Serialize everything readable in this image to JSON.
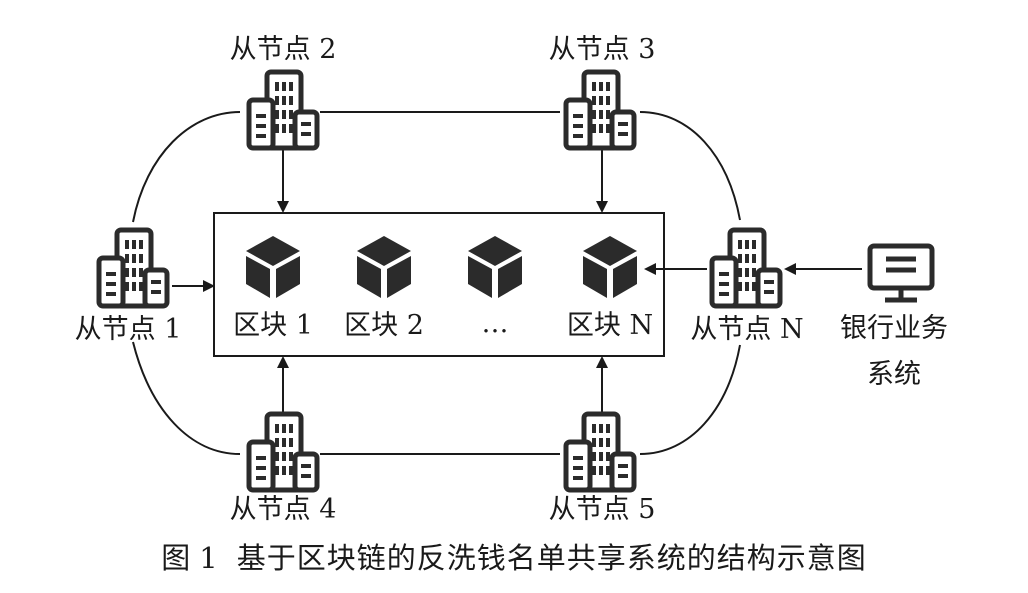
{
  "nodes": {
    "node1": {
      "label": "从节点 1",
      "icon": "building-icon"
    },
    "node2": {
      "label": "从节点 2",
      "icon": "building-icon"
    },
    "node3": {
      "label": "从节点 3",
      "icon": "building-icon"
    },
    "node4": {
      "label": "从节点 4",
      "icon": "building-icon"
    },
    "node5": {
      "label": "从节点 5",
      "icon": "building-icon"
    },
    "nodeN": {
      "label": "从节点 N",
      "icon": "building-icon"
    }
  },
  "chain": {
    "blocks": [
      {
        "label": "区块 1",
        "icon": "cube-icon"
      },
      {
        "label": "区块 2",
        "icon": "cube-icon"
      },
      {
        "label": "…",
        "icon": "cube-icon"
      },
      {
        "label": "区块 N",
        "icon": "cube-icon"
      }
    ]
  },
  "bank_system": {
    "line1": "银行业务",
    "line2": "系统",
    "icon": "monitor-icon"
  },
  "caption": {
    "figure": "图",
    "number": "1",
    "title": "基于区块链的反洗钱名单共享系统的结构示意图"
  },
  "colors": {
    "ink": "#1a1a1a",
    "icon": "#2b2b2b"
  }
}
